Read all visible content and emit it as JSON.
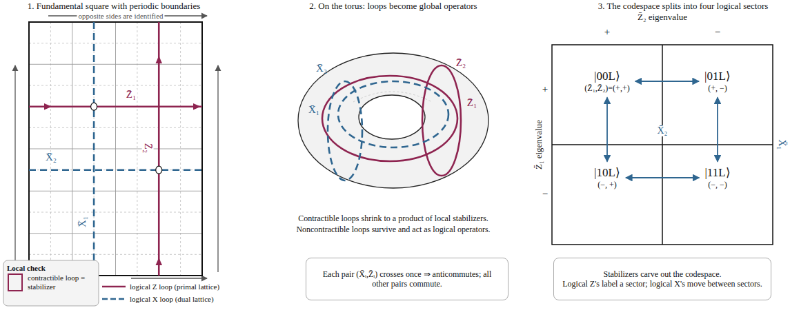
{
  "diagram": {
    "nodes": [
      {
        "text": [
          "Each pair (X̄ᵢ,Z̄ᵢ) crosses once ⇒ anticommutes; all other pairs commute."
        ]
      },
      {
        "text": [
          "|00L⟩",
          "(Z̄₁,Z̄₂)=(+,+)"
        ]
      },
      {
        "text": [
          "|01L⟩",
          "(+, −)"
        ]
      },
      {
        "text": [
          "|10L⟩",
          "(−, +)"
        ]
      },
      {
        "text": [
          "|11L⟩",
          "(−, −)"
        ]
      },
      {
        "text": [
          "Stabilizers carve out the codespace.",
          "Logical Z's label a sector; logical X's move between sectors."
        ]
      }
    ],
    "edges": [
      {
        "from": 1,
        "to": 2,
        "arrow": "both"
      },
      {
        "from": 1,
        "to": 3,
        "arrow": "both"
      },
      {
        "from": 2,
        "to": 4,
        "arrow": "both"
      },
      {
        "from": 3,
        "to": 4,
        "arrow": "both"
      }
    ],
    "labels": [
      "1. Fundamental square with periodic boundaries",
      "opposite sides are identified",
      "Z̄₁",
      "Z̄₂",
      "X̄₂",
      "X̄₁",
      "Local check",
      "2. On the torus: loops become global operators",
      "X̄₂",
      "Z̄₂",
      "X̄₁",
      "Z̄₁",
      "Contractible loops shrink to a product of local stabilizers.",
      "Noncontractible loops survive and act as logical operators.",
      "3. The codespace splits into four logical sectors",
      "Z̄₂ eigenvalue",
      "+",
      "−",
      "Z̄₁ eigenvalue",
      "+",
      "−",
      "X̄₂",
      "X̄₁"
    ],
    "legend": [
      {
        "text": "contractible loop = stabilizer"
      },
      {
        "text": "logical Z loop (primal lattice)"
      },
      {
        "text": "logical X loop (dual lattice)"
      }
    ]
  }
}
